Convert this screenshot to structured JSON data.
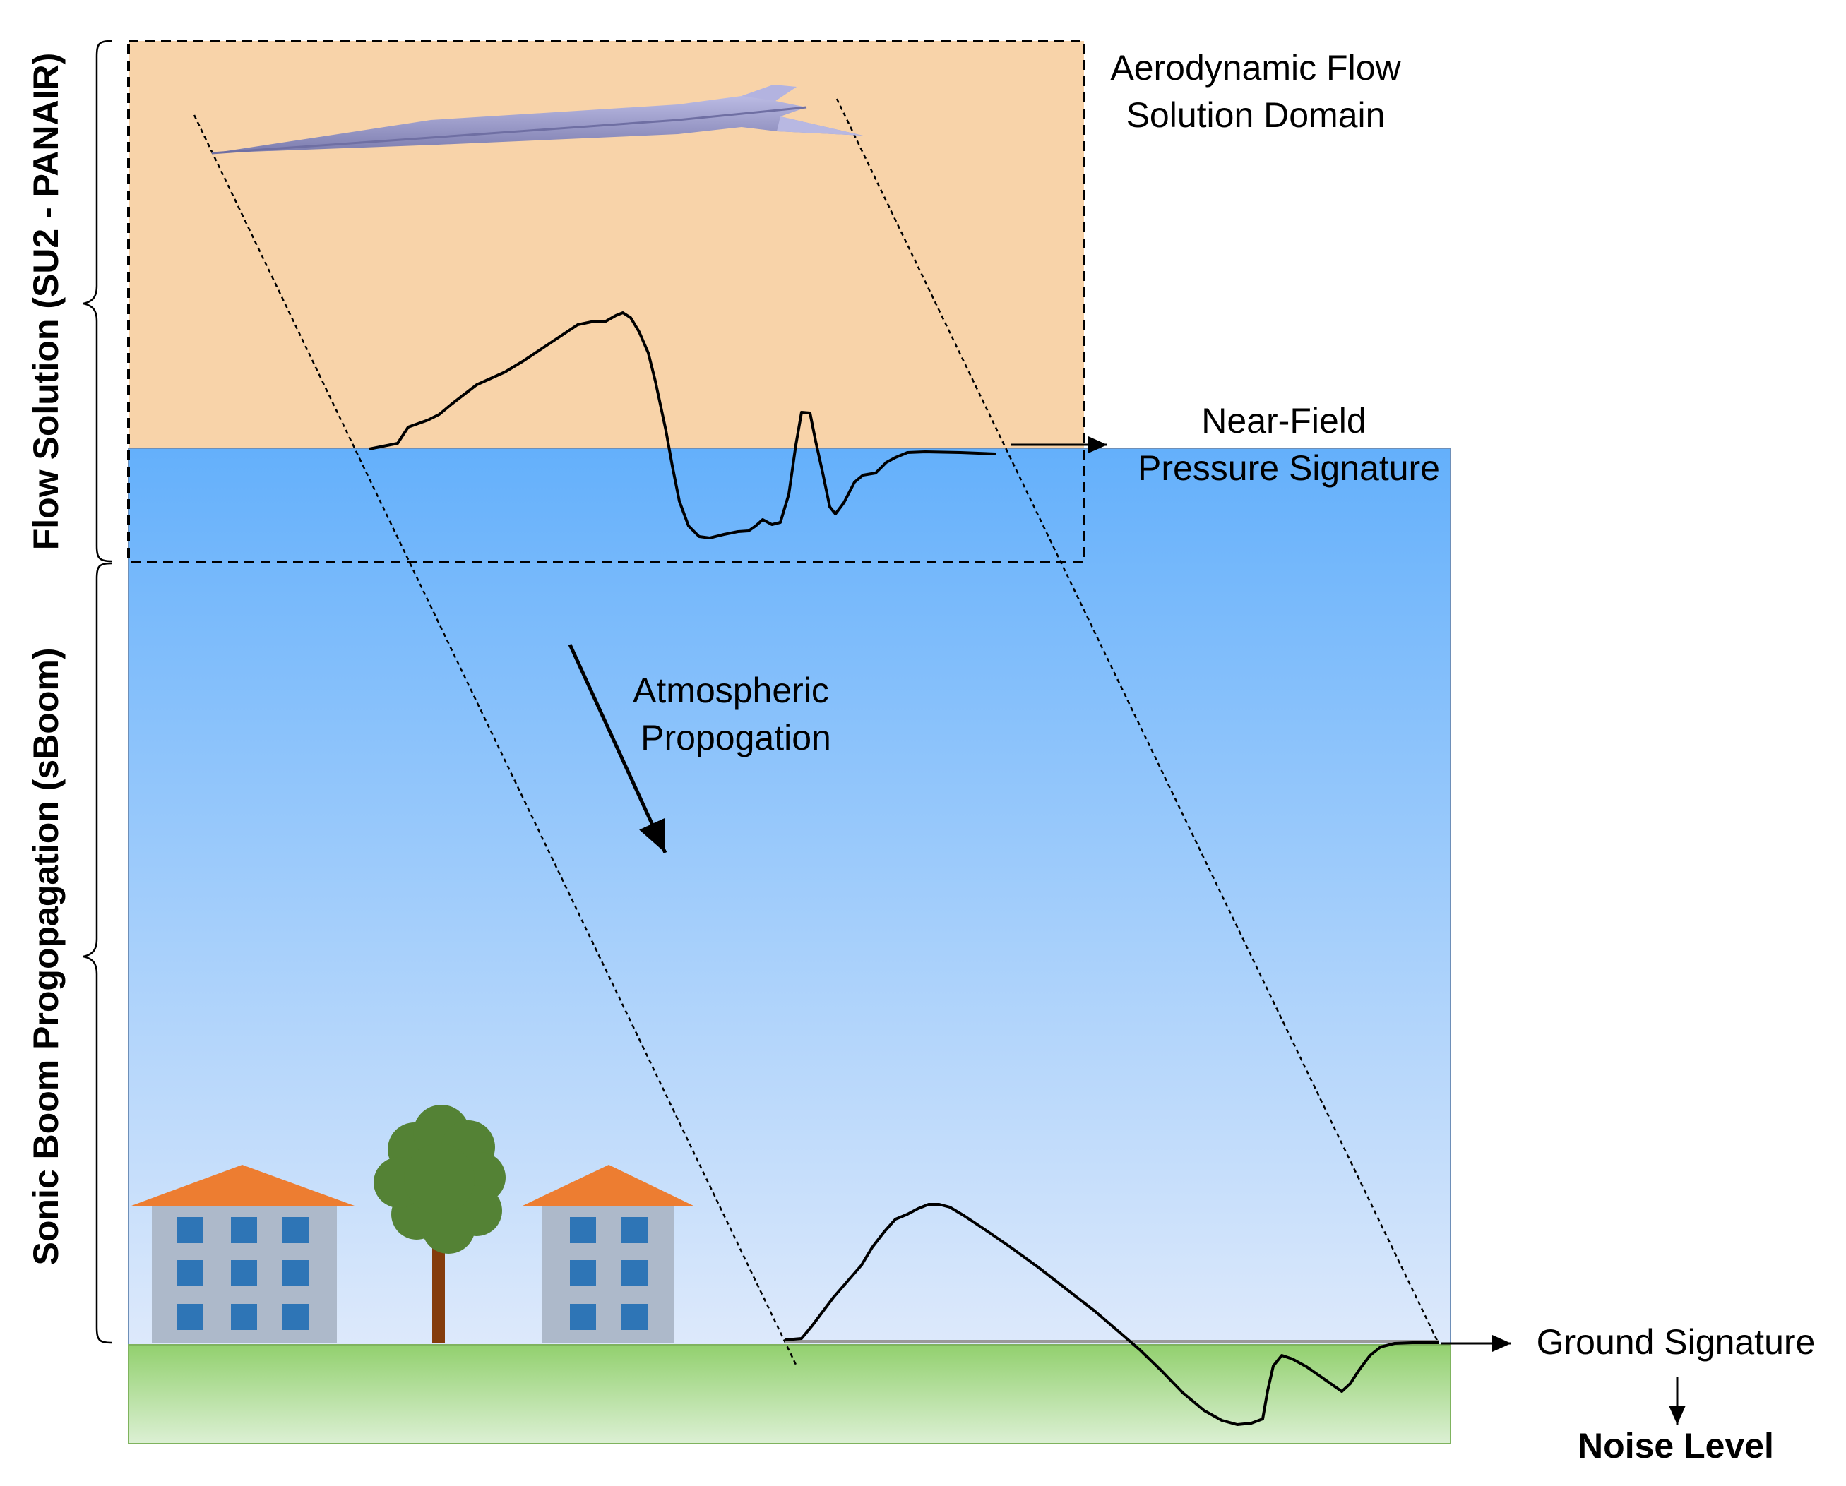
{
  "labels": {
    "flow_domain_line1": "Aerodynamic Flow",
    "flow_domain_line2": "Solution Domain",
    "near_field_line1": "Near-Field",
    "near_field_line2": "Pressure Signature",
    "atmos_line1": "Atmospheric",
    "atmos_line2": "Propogation",
    "ground_signature": "Ground Signature",
    "noise_level": "Noise Level",
    "side_flow": "Flow Solution (SU2 - PANAIR)",
    "side_boom": "Sonic Boom Progopagation (sBoom)"
  },
  "colors": {
    "flow_domain_fill": "#f8d3a9",
    "sky_top": "#64b0fb",
    "sky_bottom": "#dde9fb",
    "ground_top": "#92d06e",
    "ground_bottom": "#dcf0d4",
    "roof": "#ed7d31",
    "building": "#adb9ca",
    "window": "#2e75b6",
    "tree_crown": "#548235",
    "tree_trunk": "#843c0c",
    "aircraft": "#a9a9d9"
  },
  "icons": {
    "aircraft": "aircraft-icon",
    "building_left": "building-icon",
    "tree": "tree-icon",
    "building_right": "building-icon"
  }
}
